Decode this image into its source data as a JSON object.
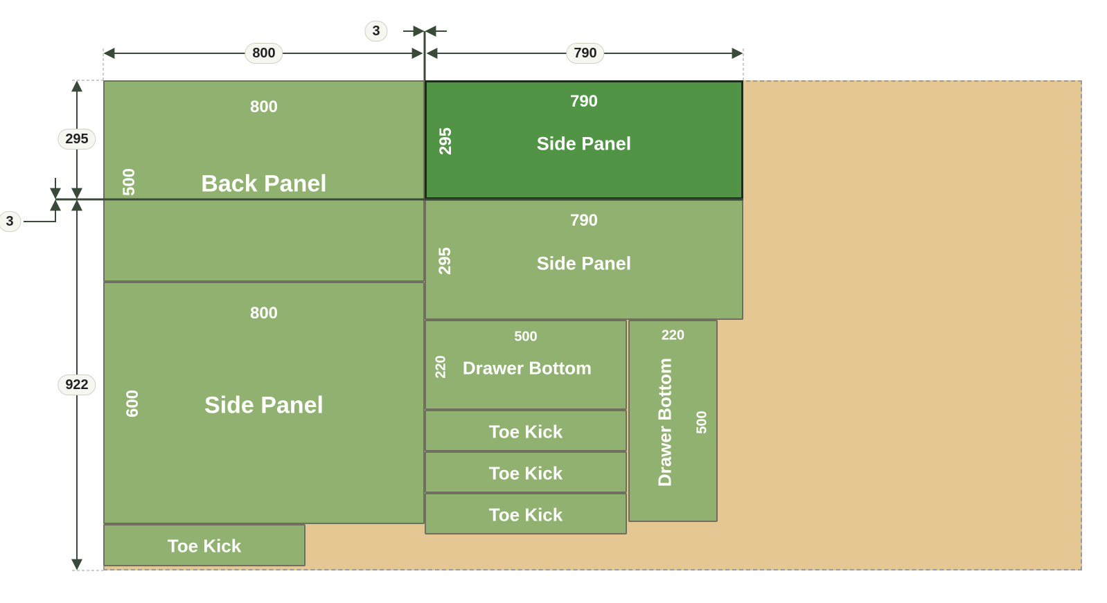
{
  "colors": {
    "sheet": "#e4c793",
    "part": "#91b171",
    "selected_part": "#529446",
    "dimension_line": "#3a4a38",
    "label_bg": "#f7f7f2"
  },
  "dimensions": {
    "top_left_width": "800",
    "top_right_width": "790",
    "kerf_top": "3",
    "left_top_height": "295",
    "kerf_left": "3",
    "left_bottom_height": "922"
  },
  "parts": [
    {
      "id": "back-panel",
      "name": "Back Panel",
      "width": "800",
      "height": "500",
      "selected": false
    },
    {
      "id": "side-panel-1",
      "name": "Side Panel",
      "width": "790",
      "height": "295",
      "selected": true
    },
    {
      "id": "side-panel-2",
      "name": "Side Panel",
      "width": "790",
      "height": "295",
      "selected": false
    },
    {
      "id": "side-panel-3",
      "name": "Side Panel",
      "width": "800",
      "height": "600",
      "selected": false
    },
    {
      "id": "drawer-bottom-1",
      "name": "Drawer Bottom",
      "width": "500",
      "height": "220",
      "selected": false
    },
    {
      "id": "drawer-bottom-2",
      "name": "Drawer Bottom",
      "width": "220",
      "height": "500",
      "selected": false
    },
    {
      "id": "toe-kick-1",
      "name": "Toe Kick",
      "selected": false
    },
    {
      "id": "toe-kick-2",
      "name": "Toe Kick",
      "selected": false
    },
    {
      "id": "toe-kick-3",
      "name": "Toe Kick",
      "selected": false
    },
    {
      "id": "toe-kick-4",
      "name": "Toe Kick",
      "selected": false
    }
  ]
}
